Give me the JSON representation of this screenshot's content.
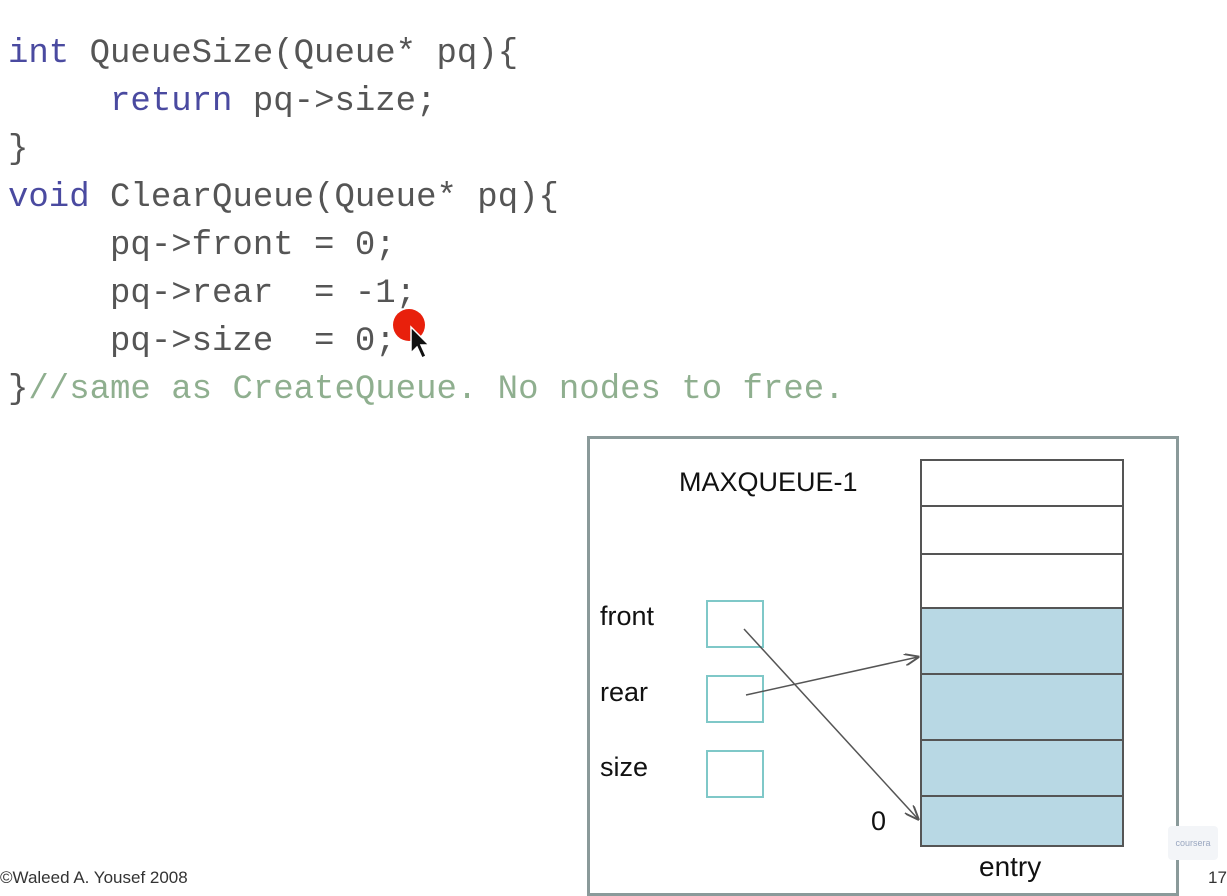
{
  "code": {
    "line1": {
      "kw": "int",
      "rest": " QueueSize(Queue* pq){"
    },
    "line2": {
      "indent": "     ",
      "kw": "return",
      "rest": " pq->size;"
    },
    "line3": "}",
    "line4": {
      "kw": "void",
      "rest": " ClearQueue(Queue* pq){"
    },
    "line5": "     pq->front = 0;",
    "line6": "     pq->rear  = -1;",
    "line7": "     pq->size  = 0;",
    "line8": {
      "brace": "}",
      "comment": "//same as CreateQueue. No nodes to free."
    }
  },
  "diagram": {
    "top_label": "MAXQUEUE-1",
    "field_front": "front",
    "field_rear": "rear",
    "field_size": "size",
    "zero_label": "0",
    "array_label": "entry",
    "array_cells": {
      "empty_count": 3,
      "filled_count": 4
    },
    "colors": {
      "filled": "#b8d8e4",
      "field_border": "#7fc8c8",
      "frame": "#8a9a9a"
    }
  },
  "footer": {
    "copyright": "©Waleed A. Yousef 2008",
    "page_number": "17"
  },
  "logo": {
    "text": "coursera"
  },
  "colors": {
    "keyword": "#4a4aa0",
    "comment": "#8faf8f",
    "code": "#555555",
    "click": "#e8200c"
  }
}
